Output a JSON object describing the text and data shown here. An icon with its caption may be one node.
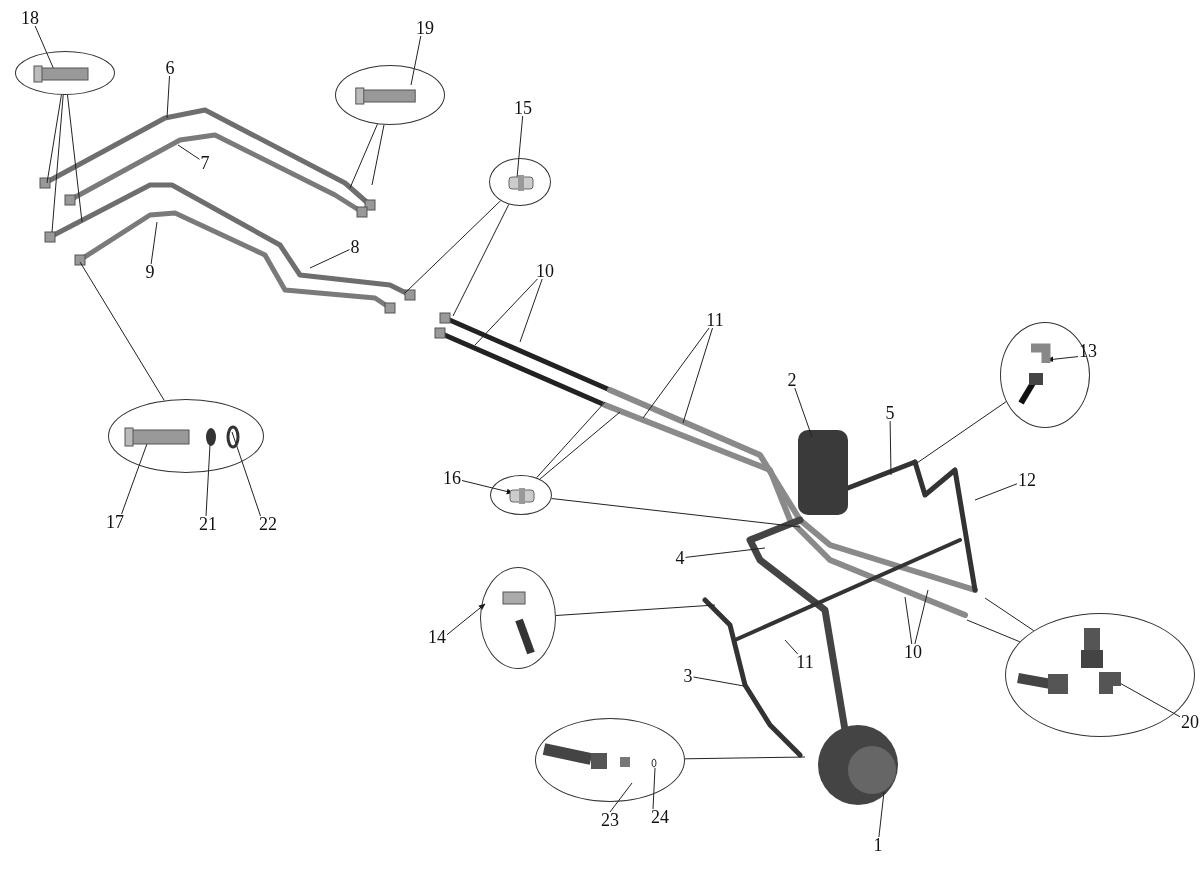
{
  "diagram": {
    "nodes": [
      {
        "text": [
          "18"
        ]
      },
      {
        "text": [
          "19"
        ]
      },
      {
        "text": [
          "6"
        ]
      },
      {
        "text": [
          "15"
        ]
      },
      {
        "text": [
          "7"
        ]
      },
      {
        "text": [
          "9"
        ]
      },
      {
        "text": [
          "8"
        ]
      },
      {
        "text": [
          "10"
        ]
      },
      {
        "text": [
          "11"
        ]
      },
      {
        "text": [
          "13"
        ]
      },
      {
        "text": [
          "2"
        ]
      },
      {
        "text": [
          "5"
        ]
      },
      {
        "text": [
          "16"
        ]
      },
      {
        "text": [
          "12"
        ]
      },
      {
        "text": [
          "17"
        ]
      },
      {
        "text": [
          "21"
        ]
      },
      {
        "text": [
          "22"
        ]
      },
      {
        "text": [
          "4"
        ]
      },
      {
        "text": [
          "14"
        ]
      },
      {
        "text": [
          "11"
        ]
      },
      {
        "text": [
          "10"
        ]
      },
      {
        "text": [
          "3"
        ]
      },
      {
        "text": [
          "20"
        ]
      },
      {
        "text": [
          "23"
        ]
      },
      {
        "text": [
          "24"
        ]
      },
      {
        "text": [
          "1"
        ]
      },
      {
        "text": [],
        "shape": "ellipse"
      },
      {
        "text": [],
        "shape": "ellipse"
      },
      {
        "text": [],
        "shape": "ellipse"
      },
      {
        "text": [],
        "shape": "ellipse"
      },
      {
        "text": [],
        "shape": "ellipse"
      },
      {
        "text": [],
        "shape": "ellipse"
      },
      {
        "text": [],
        "shape": "ellipse"
      },
      {
        "text": [],
        "shape": "ellipse"
      },
      {
        "text": [],
        "shape": "ellipse"
      }
    ],
    "edges": [
      {
        "from": 0,
        "to": 26,
        "arrow": "none"
      },
      {
        "from": 1,
        "to": 27,
        "arrow": "none"
      },
      {
        "from": 2,
        "to": null,
        "arrow": "none"
      },
      {
        "from": 3,
        "to": 28,
        "arrow": "none"
      },
      {
        "from": 4,
        "to": null,
        "arrow": "none"
      },
      {
        "from": 5,
        "to": null,
        "arrow": "none"
      },
      {
        "from": 6,
        "to": null,
        "arrow": "none"
      },
      {
        "from": 7,
        "to": null,
        "arrow": "none"
      },
      {
        "from": 7,
        "to": null,
        "arrow": "none"
      },
      {
        "from": 8,
        "to": null,
        "arrow": "none"
      },
      {
        "from": 8,
        "to": null,
        "arrow": "none"
      },
      {
        "from": 9,
        "to": 31,
        "arrow": "to"
      },
      {
        "from": 10,
        "to": null,
        "arrow": "none"
      },
      {
        "from": 11,
        "to": null,
        "arrow": "none"
      },
      {
        "from": 12,
        "to": 30,
        "arrow": "to"
      },
      {
        "from": 13,
        "to": null,
        "arrow": "none"
      },
      {
        "from": 14,
        "to": 29,
        "arrow": "none"
      },
      {
        "from": 15,
        "to": 29,
        "arrow": "none"
      },
      {
        "from": 16,
        "to": 29,
        "arrow": "none"
      },
      {
        "from": 17,
        "to": null,
        "arrow": "none"
      },
      {
        "from": 18,
        "to": 32,
        "arrow": "to"
      },
      {
        "from": 19,
        "to": null,
        "arrow": "none"
      },
      {
        "from": 20,
        "to": null,
        "arrow": "none"
      },
      {
        "from": 20,
        "to": null,
        "arrow": "none"
      },
      {
        "from": 21,
        "to": null,
        "arrow": "none"
      },
      {
        "from": 22,
        "to": 33,
        "arrow": "none"
      },
      {
        "from": 23,
        "to": 34,
        "arrow": "none"
      },
      {
        "from": 24,
        "to": 34,
        "arrow": "none"
      },
      {
        "from": 25,
        "to": null,
        "arrow": "none"
      },
      {
        "from": 26,
        "to": null,
        "arrow": "none"
      },
      {
        "from": 26,
        "to": null,
        "arrow": "none"
      },
      {
        "from": 26,
        "to": null,
        "arrow": "none"
      },
      {
        "from": 27,
        "to": null,
        "arrow": "none"
      },
      {
        "from": 27,
        "to": null,
        "arrow": "none"
      },
      {
        "from": 28,
        "to": null,
        "arrow": "none"
      },
      {
        "from": 28,
        "to": null,
        "arrow": "none"
      },
      {
        "from": 29,
        "to": null,
        "arrow": "none"
      },
      {
        "from": 30,
        "to": null,
        "arrow": "none"
      },
      {
        "from": 30,
        "to": null,
        "arrow": "none"
      },
      {
        "from": 30,
        "to": null,
        "arrow": "none"
      },
      {
        "from": 31,
        "to": null,
        "arrow": "none"
      },
      {
        "from": 32,
        "to": null,
        "arrow": "none"
      },
      {
        "from": 33,
        "to": null,
        "arrow": "none"
      },
      {
        "from": 33,
        "to": null,
        "arrow": "none"
      },
      {
        "from": 34,
        "to": null,
        "arrow": "none"
      }
    ]
  }
}
